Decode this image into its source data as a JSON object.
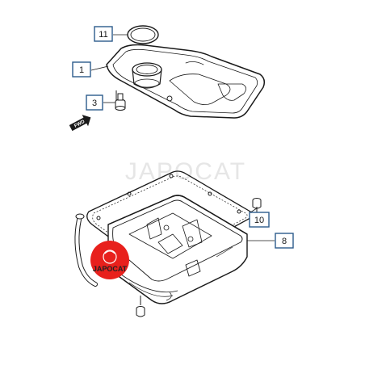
{
  "watermark": "JAPOCAT",
  "fwd_label": "FWD",
  "stamp_label": "JAPOCAT",
  "colors": {
    "callout_border": "#2c5b8c",
    "stamp": "#e8201c",
    "line": "#1a1a1a"
  },
  "callouts": [
    {
      "id": "11",
      "label": "11"
    },
    {
      "id": "1",
      "label": "1"
    },
    {
      "id": "3",
      "label": "3"
    },
    {
      "id": "10",
      "label": "10"
    },
    {
      "id": "8",
      "label": "8"
    }
  ]
}
